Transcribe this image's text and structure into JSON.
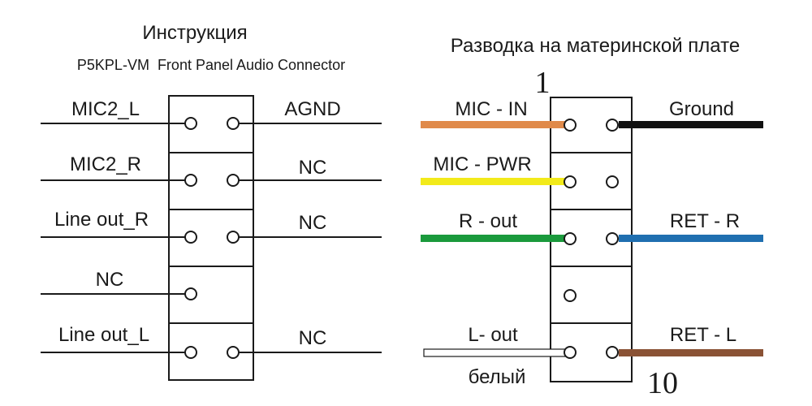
{
  "left": {
    "title": "Инструкция",
    "subtitle": "P5KPL-VM  Front Panel Audio Connector",
    "rows": [
      {
        "left_label": "MIC2_L",
        "right_label": "AGND",
        "has_right_pin": true
      },
      {
        "left_label": "MIC2_R",
        "right_label": "NC",
        "has_right_pin": true
      },
      {
        "left_label": "Line out_R",
        "right_label": "NC",
        "has_right_pin": true
      },
      {
        "left_label": "NC",
        "right_label": "",
        "has_right_pin": false
      },
      {
        "left_label": "Line out_L",
        "right_label": "NC",
        "has_right_pin": true
      }
    ]
  },
  "right": {
    "title": "Разводка на материнской плате",
    "pin_first": "1",
    "pin_last": "10",
    "note_below_left": "белый",
    "rows": [
      {
        "left_label": "MIC - IN",
        "left_color": "#e08a4a",
        "right_label": "Ground",
        "right_color": "#111111"
      },
      {
        "left_label": "MIC - PWR",
        "left_color": "#f2ea1a",
        "right_label": "",
        "right_color": ""
      },
      {
        "left_label": "R - out",
        "left_color": "#1a9a3c",
        "right_label": "RET - R",
        "right_color": "#1f6fb0"
      },
      {
        "left_label": "",
        "left_color": "",
        "right_label": "",
        "right_color": ""
      },
      {
        "left_label": "L- out",
        "left_color": "#ffffff",
        "right_label": "RET - L",
        "right_color": "#8a5235"
      }
    ]
  }
}
